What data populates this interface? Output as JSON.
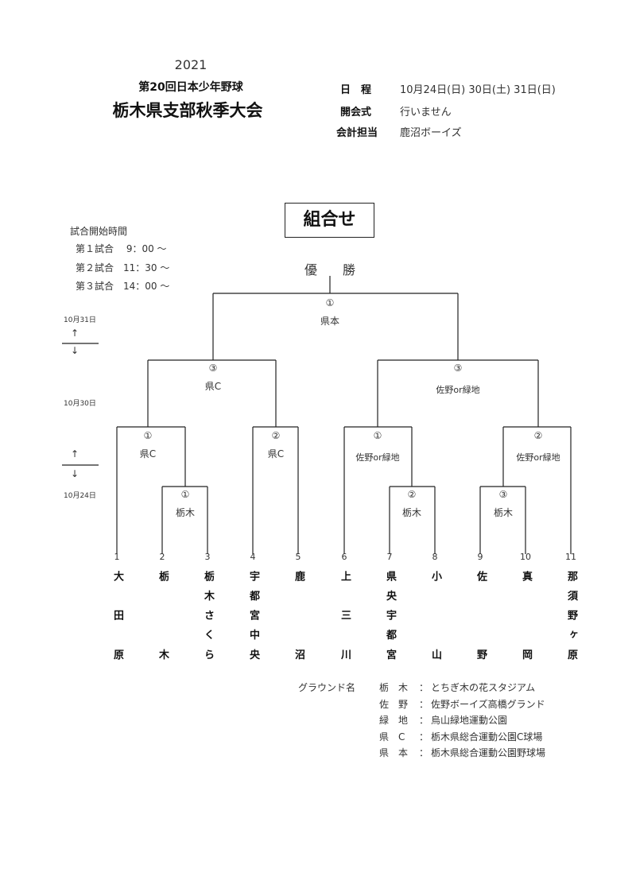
{
  "header": {
    "year": "2021",
    "subtitle": "第20回日本少年野球",
    "title": "栃木県支部秋季大会"
  },
  "info": [
    {
      "label": "日　程",
      "value": "10月24日(日) 30日(土)  31日(日)"
    },
    {
      "label": "開会式",
      "value": "行いません"
    },
    {
      "label": "会計担当",
      "value": "鹿沼ボーイズ"
    }
  ],
  "bracket_title": "組合せ",
  "start_times": {
    "heading": "試合開始時間",
    "rows": [
      "第１試合　 9：00 〜",
      "第２試合　11：30 〜",
      "第３試合　14：00 〜"
    ]
  },
  "dates": [
    "10月31日",
    "10月30日",
    "10月24日"
  ],
  "arrows": {
    "up": "↑",
    "down": "↓"
  },
  "champion_label": "優　　勝",
  "matches": [
    {
      "id": "final",
      "game": "①",
      "ground": "県本"
    },
    {
      "id": "semi-left",
      "game": "③",
      "ground": "県C"
    },
    {
      "id": "semi-right",
      "game": "③",
      "ground": "佐野or緑地"
    },
    {
      "id": "qf1",
      "game": "①",
      "ground": "県C"
    },
    {
      "id": "qf2",
      "game": "②",
      "ground": "県C"
    },
    {
      "id": "qf3",
      "game": "①",
      "ground": "佐野or緑地"
    },
    {
      "id": "qf4",
      "game": "②",
      "ground": "佐野or緑地"
    },
    {
      "id": "r1-a",
      "game": "①",
      "ground": "栃木"
    },
    {
      "id": "r1-b",
      "game": "②",
      "ground": "栃木"
    },
    {
      "id": "r1-c",
      "game": "③",
      "ground": "栃木"
    }
  ],
  "teams": [
    {
      "seed": "1",
      "name": "大田原"
    },
    {
      "seed": "2",
      "name": "栃木"
    },
    {
      "seed": "3",
      "name": "栃木さくら"
    },
    {
      "seed": "4",
      "name": "宇都宮中央"
    },
    {
      "seed": "5",
      "name": "鹿沼"
    },
    {
      "seed": "6",
      "name": "上三川"
    },
    {
      "seed": "7",
      "name": "県央宇都宮"
    },
    {
      "seed": "8",
      "name": "小山"
    },
    {
      "seed": "9",
      "name": "佐野"
    },
    {
      "seed": "10",
      "name": "真岡"
    },
    {
      "seed": "11",
      "name": "那須野ヶ原"
    }
  ],
  "grounds": {
    "heading": "グラウンド名",
    "rows": [
      {
        "abbr": "栃　木",
        "sep": "：",
        "name": "とちぎ木の花スタジアム"
      },
      {
        "abbr": "佐　野",
        "sep": "：",
        "name": "佐野ボーイズ高橋グランド"
      },
      {
        "abbr": "緑　地",
        "sep": "：",
        "name": "烏山緑地運動公園"
      },
      {
        "abbr": "県　C",
        "sep": "：",
        "name": "栃木県総合運動公園C球場"
      },
      {
        "abbr": "県　本",
        "sep": "：",
        "name": "栃木県総合運動公園野球場"
      }
    ]
  }
}
